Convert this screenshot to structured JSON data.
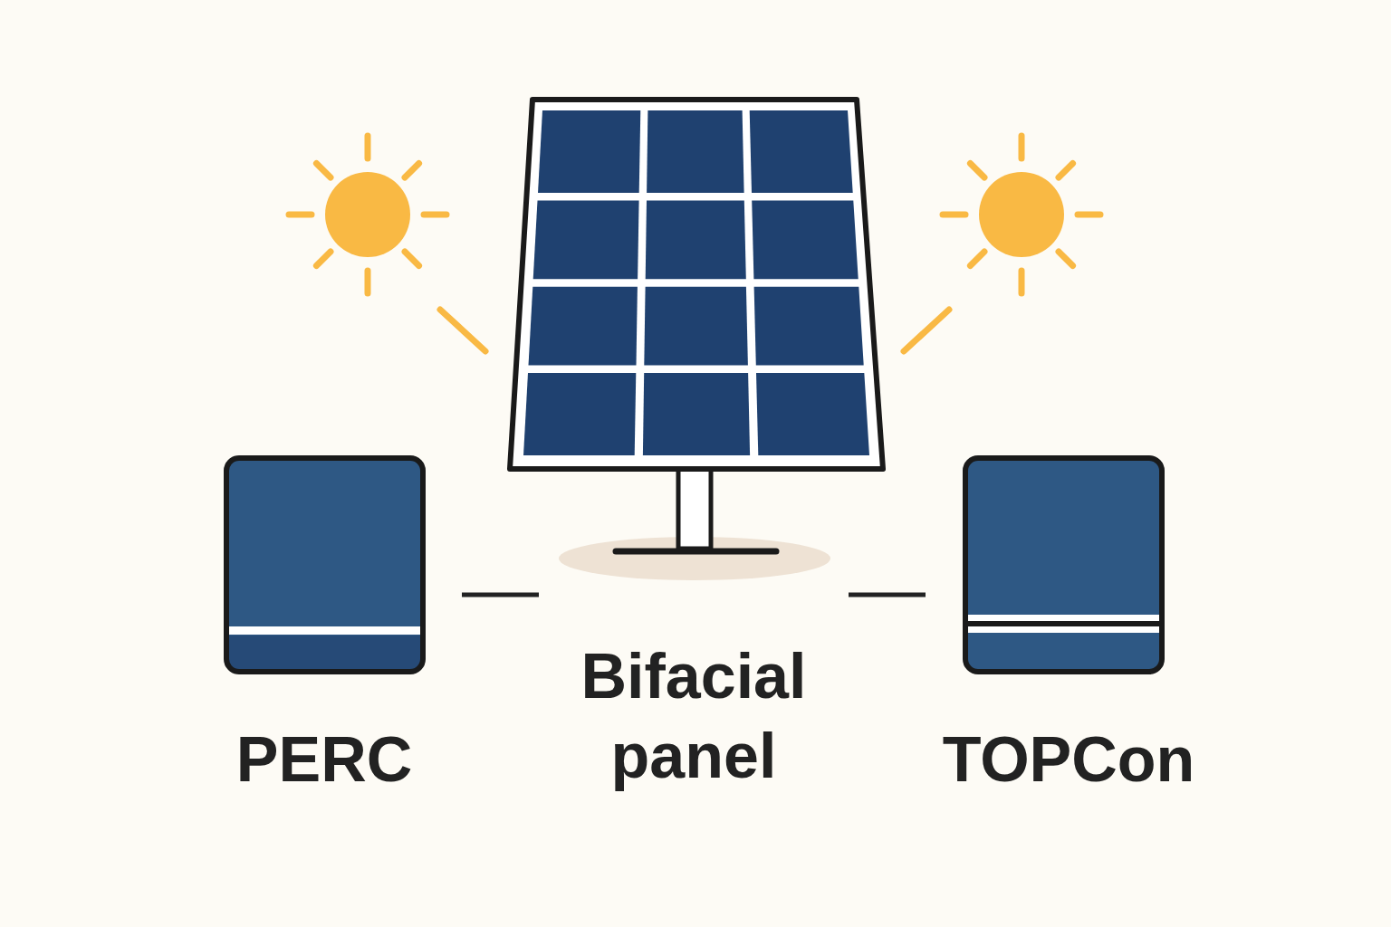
{
  "diagram": {
    "nodes": [
      {
        "text": [
          "PERC"
        ]
      },
      {
        "text": [
          "Bifacial panel"
        ]
      },
      {
        "text": [
          "TOPCon"
        ]
      }
    ],
    "edges": [
      {
        "from": 0,
        "to": 1,
        "arrow": "none"
      },
      {
        "from": 1,
        "to": 2,
        "arrow": "none"
      }
    ]
  }
}
